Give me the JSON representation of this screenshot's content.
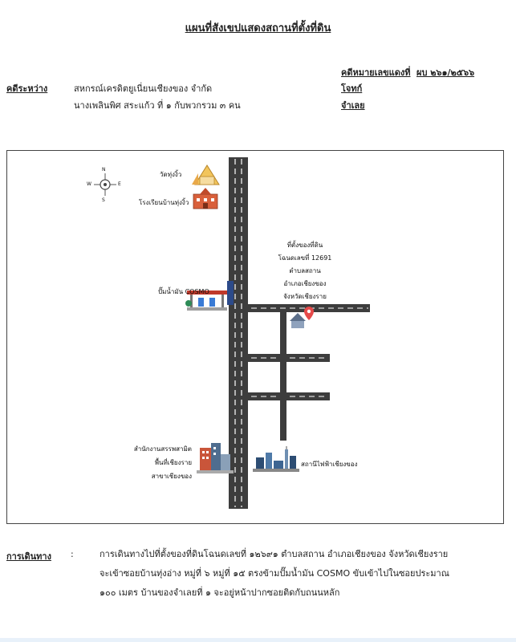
{
  "title": "แผนที่สังเขปแสดงสถานที่ตั้งที่ดิน",
  "case": {
    "number_label": "คดีหมายเลขแดงที่",
    "number_value": "ผบ ๒๖๑/๒๕๖๖",
    "plaintiff_label": "โจทก์",
    "defendant_label": "จำเลย"
  },
  "parties": {
    "label": "คดีระหว่าง",
    "plaintiff": "สหกรณ์เครดิตยูเนี่ยนเชียงของ จำกัด",
    "defendant": "นางเพลินพิศ สระแก้ว ที่ ๑ กับพวกรวม ๓ คน"
  },
  "map": {
    "compass": {
      "n": "N",
      "s": "S",
      "e": "E",
      "w": "W"
    },
    "temple": "วัดทุ่งงิ้ว",
    "school": "โรงเรียนบ้านทุ่งงิ้ว",
    "gas_station": "ปั๊มน้ำมัน COSMO",
    "land": {
      "line1": "ที่ตั้งของที่ดิน",
      "line2": "โฉนดเลขที่ 12691",
      "line3": "ตำบลสถาน",
      "line4": "อำเภอเชียงของ",
      "line5": "จังหวัดเชียงราย"
    },
    "office": {
      "line1": "สำนักงานสรรพสามิต",
      "line2": "พื้นที่เชียงราย",
      "line3": "สาขาเชียงของ"
    },
    "substation": "สถานีไฟฟ้าเชียงของ"
  },
  "directions": {
    "label": "การเดินทาง",
    "colon": ":",
    "line1": "การเดินทางไปที่ตั้งของที่ดินโฉนดเลขที่ ๑๒๖๙๑ ตำบลสถาน อำเภอเชียงของ จังหวัดเชียงราย",
    "line2": "จะเข้าซอยบ้านทุ่งอ่าง หมู่ที่ ๖ หมู่ที่ ๑๕ ตรงข้ามปั๊มน้ำมัน COSMO ขับเข้าไปในซอยประมาณ",
    "line3": "๑๐๐ เมตร บ้านของจำเลยที่ ๑ จะอยู่หน้าปากซอยติดกับถนนหลัก"
  },
  "colors": {
    "road": "#3d3d3d",
    "road_line": "#ffffff",
    "pin": "#e64a4a",
    "brick": "#d9603b"
  }
}
